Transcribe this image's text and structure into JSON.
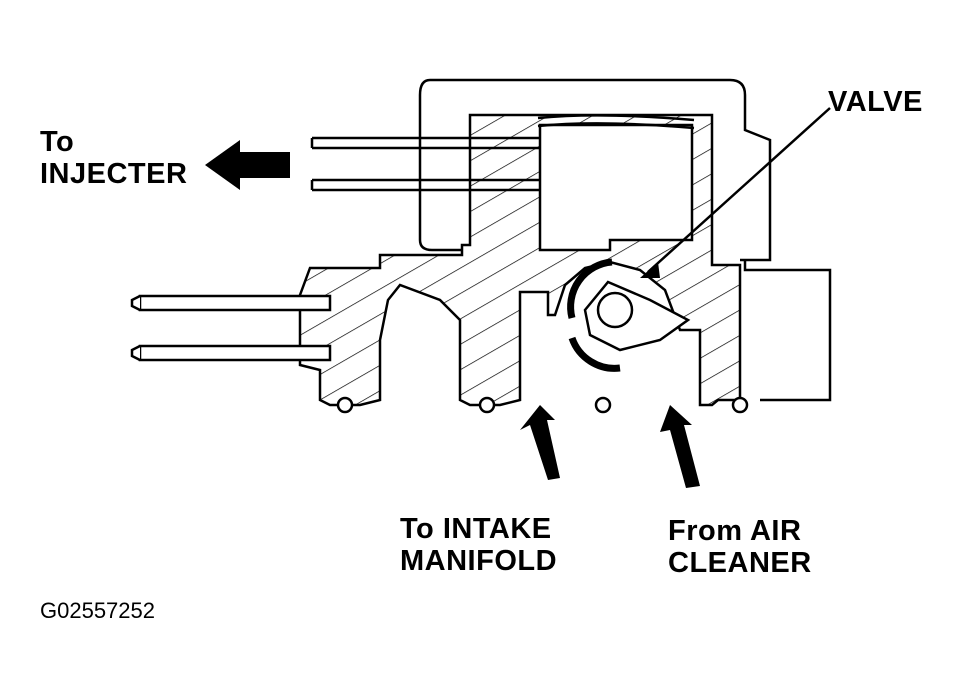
{
  "labels": {
    "injector_line1": "To",
    "injector_line2": "INJECTER",
    "valve": "VALVE",
    "intake_line1": "To INTAKE",
    "intake_line2": "MANIFOLD",
    "air_line1": "From AIR",
    "air_line2": "CLEANER"
  },
  "figure_id": "G02557252",
  "colors": {
    "ink": "#000000",
    "paper": "#ffffff"
  }
}
